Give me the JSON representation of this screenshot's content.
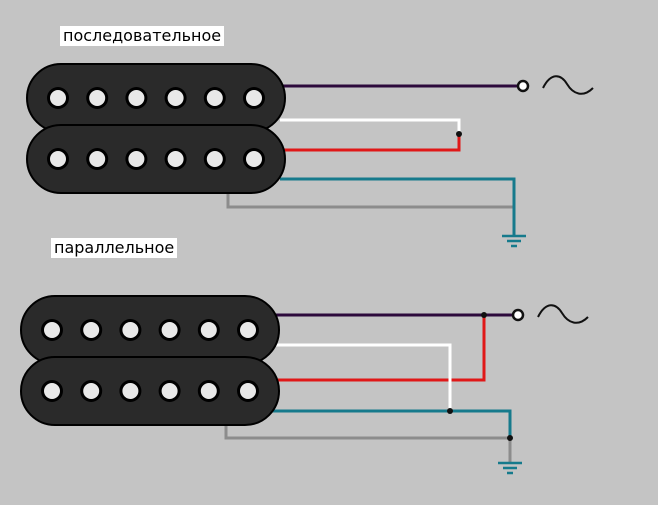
{
  "labels": {
    "series": "последовательное",
    "parallel": "параллельное"
  },
  "diagrams": [
    {
      "id": "series",
      "pole_count": 6,
      "wires": [
        "purple",
        "white",
        "red",
        "teal",
        "gray"
      ]
    },
    {
      "id": "parallel",
      "pole_count": 6,
      "wires": [
        "purple",
        "white",
        "red",
        "teal",
        "gray"
      ]
    }
  ],
  "colors": {
    "background": "#c4c4c4",
    "pickup": "#2a2a2a",
    "pickup_edge": "#000000",
    "pole_outer": "#000000",
    "pole_inner": "#e8e8e8",
    "wire_purple": "#2d0a3c",
    "wire_white": "#ffffff",
    "wire_red": "#e01818",
    "wire_teal": "#167a8c",
    "wire_gray": "#8c8c8c",
    "ground": "#167a8c",
    "junction": "#111111"
  },
  "icons": [
    "output-ac-icon",
    "ground-icon"
  ]
}
